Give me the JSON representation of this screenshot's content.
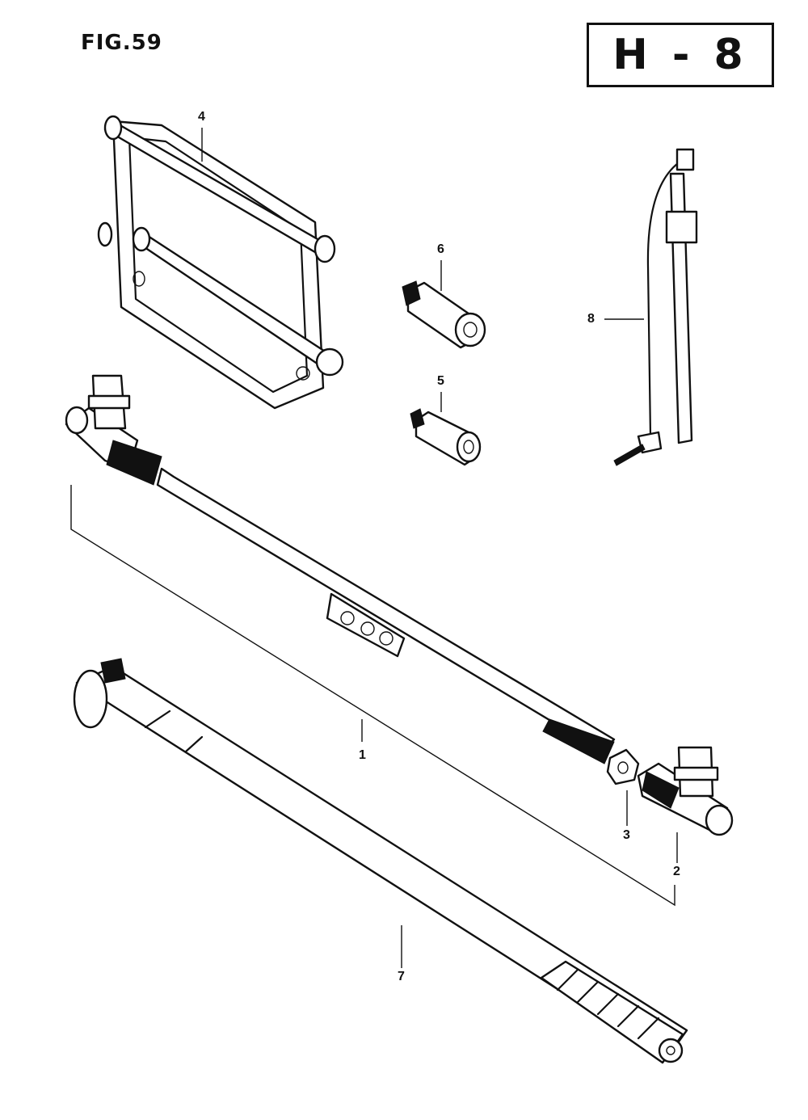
{
  "figure": {
    "fig_label": "FIG.59",
    "group_code": "H - 8"
  },
  "callouts": [
    {
      "id": "c1",
      "text": "1"
    },
    {
      "id": "c2",
      "text": "2"
    },
    {
      "id": "c3",
      "text": "3"
    },
    {
      "id": "c4",
      "text": "4"
    },
    {
      "id": "c5",
      "text": "5"
    },
    {
      "id": "c6",
      "text": "6"
    },
    {
      "id": "c7",
      "text": "7"
    },
    {
      "id": "c8",
      "text": "8"
    }
  ],
  "colors": {
    "ink": "#111111",
    "paper": "#ffffff"
  }
}
